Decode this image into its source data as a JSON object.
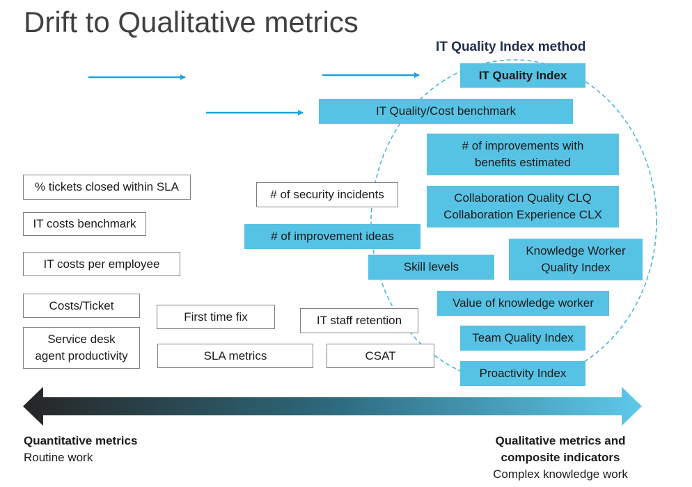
{
  "title": "Drift to Qualitative metrics",
  "method_title": "IT Quality Index method",
  "outline_boxes": [
    {
      "name": "sla-tickets-box",
      "text": "% tickets closed within SLA"
    },
    {
      "name": "it-costs-benchmark-box",
      "text": "IT costs benchmark"
    },
    {
      "name": "it-costs-per-employee-box",
      "text": "IT costs per employee"
    },
    {
      "name": "costs-ticket-box",
      "text": "Costs/Ticket"
    },
    {
      "name": "service-desk-productivity-box",
      "text": "Service desk\nagent productivity"
    },
    {
      "name": "first-time-fix-box",
      "text": "First time fix"
    },
    {
      "name": "sla-metrics-box",
      "text": "SLA metrics"
    },
    {
      "name": "security-incidents-box",
      "text": "# of security incidents"
    },
    {
      "name": "it-staff-retention-box",
      "text": "IT staff retention"
    },
    {
      "name": "csat-box",
      "text": "CSAT"
    }
  ],
  "filled_boxes": [
    {
      "name": "it-quality-index-box",
      "text": "IT Quality Index"
    },
    {
      "name": "it-quality-cost-benchmark-box",
      "text": "IT Quality/Cost benchmark"
    },
    {
      "name": "improvements-benefits-box",
      "text": "# of improvements with\nbenefits estimated"
    },
    {
      "name": "collaboration-quality-box",
      "text": "Collaboration Quality CLQ\nCollaboration Experience CLX"
    },
    {
      "name": "improvement-ideas-box",
      "text": "# of improvement ideas"
    },
    {
      "name": "skill-levels-box",
      "text": "Skill levels"
    },
    {
      "name": "knowledge-worker-quality-box",
      "text": "Knowledge Worker\nQuality Index"
    },
    {
      "name": "value-knowledge-worker-box",
      "text": "Value of knowledge worker"
    },
    {
      "name": "team-quality-index-box",
      "text": "Team Quality Index"
    },
    {
      "name": "proactivity-index-box",
      "text": "Proactivity Index"
    }
  ],
  "axis_left": {
    "title": "Quantitative metrics",
    "subtitle": "Routine work"
  },
  "axis_right": {
    "title_line1": "Qualitative metrics and",
    "title_line2": "composite indicators",
    "subtitle": "Complex knowledge work"
  },
  "colors": {
    "accent_fill": "#56c2e4",
    "arrow_blue": "#1aa3dc",
    "gradient_start": "#262626",
    "gradient_end": "#5ec9ec",
    "ellipse": "#3bb3d8"
  }
}
